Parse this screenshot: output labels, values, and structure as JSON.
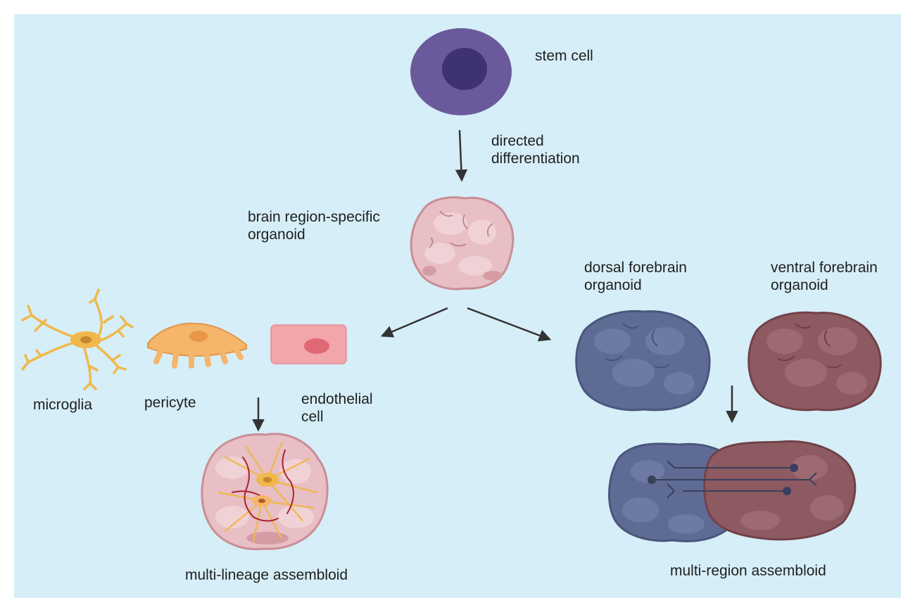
{
  "labels": {
    "stem_cell": "stem cell",
    "directed_differentiation": "directed\ndifferentiation",
    "brain_region_organoid": "brain region-specific\norganoid",
    "dorsal_organoid": "dorsal forebrain\norganoid",
    "ventral_organoid": "ventral forebrain\norganoid",
    "microglia": "microglia",
    "pericyte": "pericyte",
    "endothelial_cell": "endothelial\ncell",
    "multi_lineage_assembloid": "multi-lineage assembloid",
    "multi_region_assembloid": "multi-region assembloid"
  },
  "colors": {
    "background": "#d6eef8",
    "stem_cell": "#6a5a9c",
    "stem_nucleus": "#3f3270",
    "organoid_pink": "#e7bfc4",
    "dorsal_blue": "#5e6b94",
    "ventral_brown": "#8e5a62",
    "glia_yellow": "#f0b84a",
    "endothelial_pink": "#f2a5ab",
    "arrow": "#333333"
  }
}
